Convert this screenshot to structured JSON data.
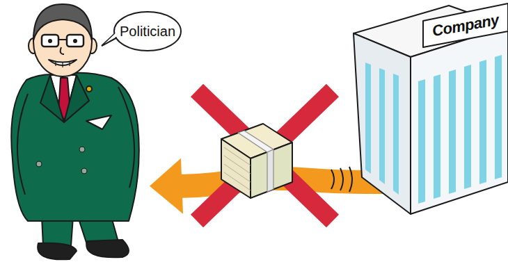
{
  "diagram": {
    "nodes": [
      {
        "text": [
          "Politician"
        ]
      },
      {
        "text": [
          "Company"
        ]
      }
    ],
    "edges": [
      {
        "from": 1,
        "to": 0,
        "arrow": "to"
      }
    ]
  }
}
